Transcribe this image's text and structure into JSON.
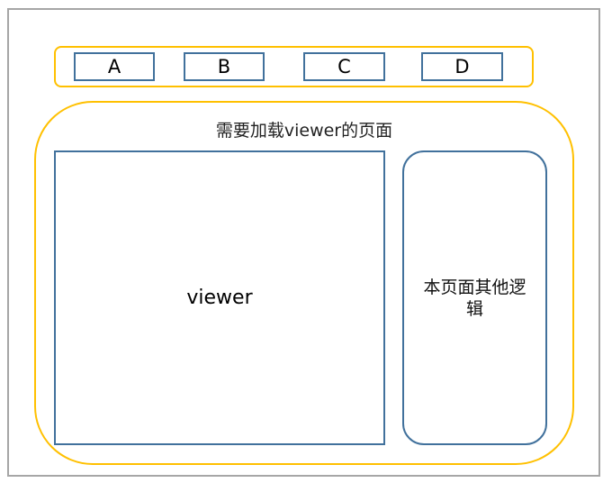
{
  "colors": {
    "outer_border": "#a6a6a6",
    "container_border": "#ffc000",
    "box_border": "#41719c"
  },
  "tabs": [
    {
      "label": "A"
    },
    {
      "label": "B"
    },
    {
      "label": "C"
    },
    {
      "label": "D"
    }
  ],
  "page": {
    "title": "需要加载viewer的页面",
    "viewer_label": "viewer",
    "other_logic_label": "本页面其他逻辑"
  }
}
